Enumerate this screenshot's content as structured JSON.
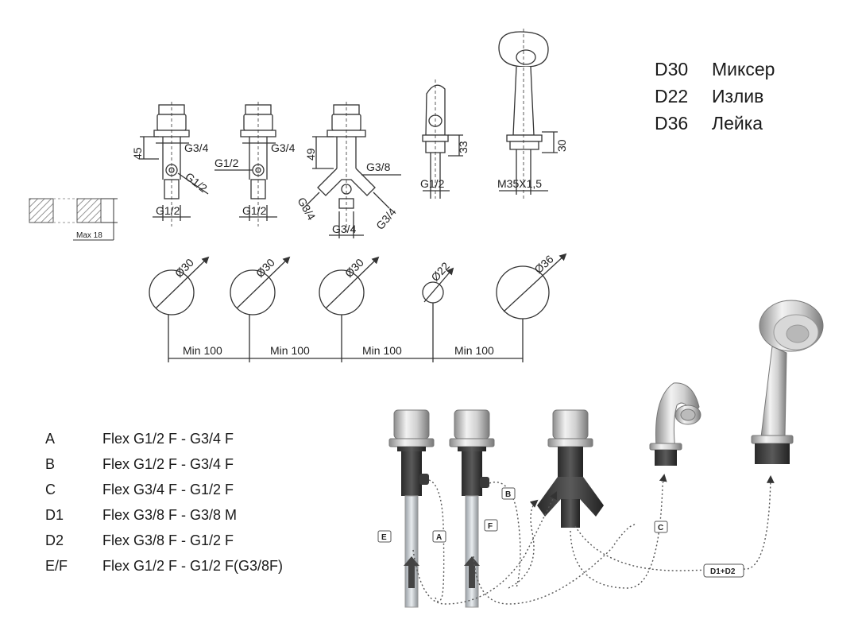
{
  "legend_top": [
    {
      "code": "D30",
      "name": "Миксер"
    },
    {
      "code": "D22",
      "name": "Излив"
    },
    {
      "code": "D36",
      "name": "Лейка"
    }
  ],
  "legend_bottom": [
    {
      "code": "A",
      "desc": "Flex G1/2 F - G3/4 F"
    },
    {
      "code": "B",
      "desc": "Flex G1/2 F - G3/4 F"
    },
    {
      "code": "C",
      "desc": "Flex G3/4 F - G1/2 F"
    },
    {
      "code": "D1",
      "desc": "Flex G3/8 F - G3/8 M"
    },
    {
      "code": "D2",
      "desc": "Flex G3/8 F - G1/2 F"
    },
    {
      "code": "E/F",
      "desc": "Flex G1/2 F - G1/2 F(G3/8F)"
    }
  ],
  "dimensions": {
    "h45": "45",
    "h49": "49",
    "h33": "33",
    "h30": "30",
    "g34": "G3/4",
    "g12": "G1/2",
    "g38": "G3/8",
    "m35": "M35X1,5",
    "max18": "Max 18",
    "d30": "Ø30",
    "d22": "Ø22",
    "d36": "Ø36",
    "min100": "Min 100"
  },
  "tags": {
    "a": "A",
    "b": "B",
    "c": "C",
    "e": "E",
    "f": "F",
    "d1d2": "D1+D2"
  },
  "colors": {
    "line": "#333333",
    "hatch": "#8a8a8a",
    "flow": "#555555"
  }
}
